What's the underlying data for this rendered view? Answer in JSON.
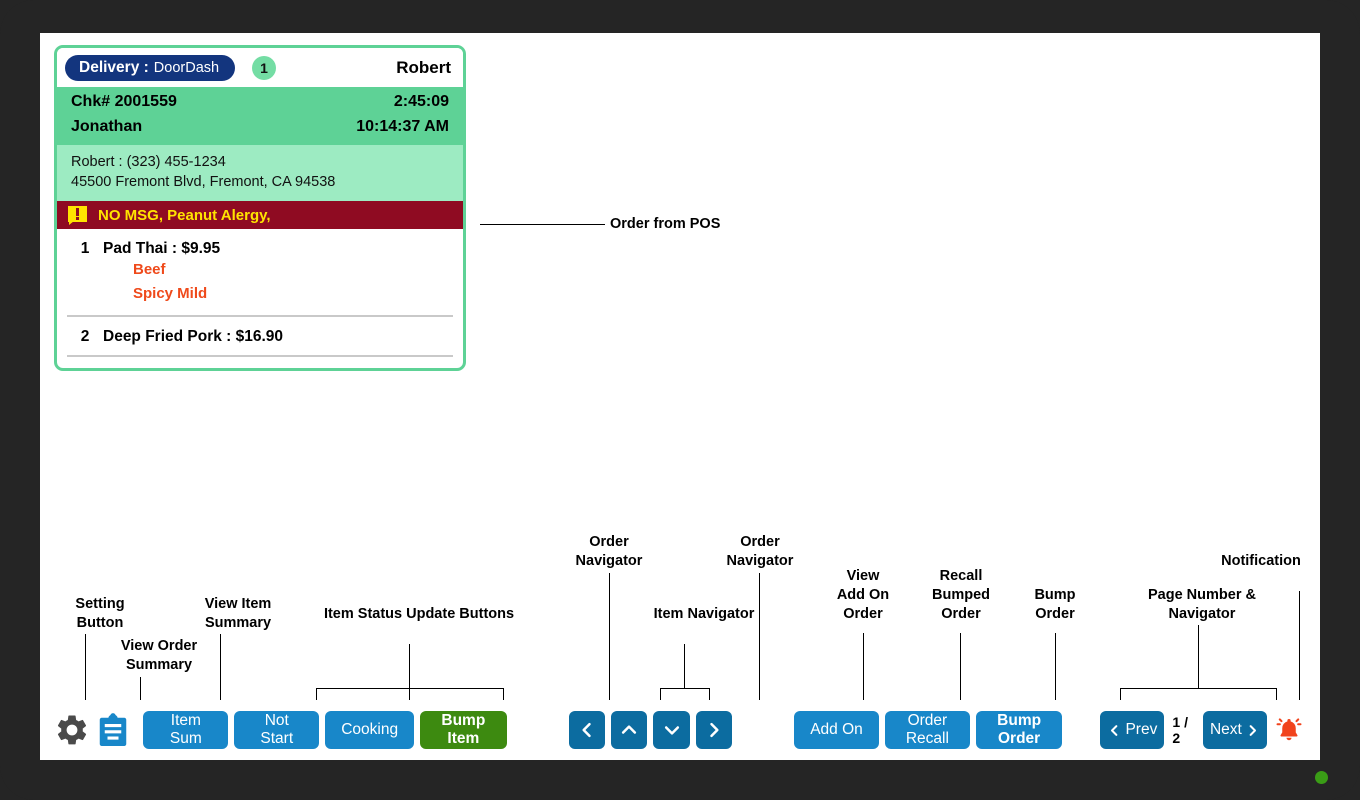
{
  "order_card": {
    "type_label": "Delivery :",
    "type_value": "DoorDash",
    "count_badge": "1",
    "customer_name": "Robert",
    "check_label": "Chk# 2001559",
    "elapsed_time": "2:45:09",
    "server_name": "Jonathan",
    "order_time": "10:14:37 AM",
    "contact_line": "Robert : (323) 455-1234",
    "address_line": "45500 Fremont Blvd, Fremont, CA 94538",
    "alert_icon": "warning-speech-bubble-icon",
    "alert_text": "NO MSG, Peanut Alergy,",
    "items": [
      {
        "qty": "1",
        "name": "Pad Thai : $9.95",
        "modifiers": [
          "Beef",
          "Spicy Mild"
        ]
      },
      {
        "qty": "2",
        "name": "Deep Fried Pork : $16.90",
        "modifiers": []
      }
    ]
  },
  "annotations": {
    "order_from_pos": "Order from POS",
    "setting_button": "Setting\nButton",
    "view_order_summary": "View Order\nSummary",
    "view_item_summary": "View Item\nSummary",
    "item_status_update_buttons": "Item Status Update Buttons",
    "order_navigator_left": "Order\nNavigator",
    "item_navigator": "Item Navigator",
    "order_navigator_right": "Order\nNavigator",
    "view_add_on_order": "View\nAdd On\nOrder",
    "recall_bumped_order": "Recall\nBumped\nOrder",
    "bump_order": "Bump\nOrder",
    "page_number_navigator": "Page Number &\nNavigator",
    "notification": "Notification"
  },
  "toolbar": {
    "settings_icon": "gear-icon",
    "order_summary_icon": "clipboard-icon",
    "item_sum_label": "Item Sum",
    "not_start_label": "Not Start",
    "cooking_label": "Cooking",
    "bump_item_label": "Bump Item",
    "nav_prev_order_icon": "chevron-left-icon",
    "nav_item_up_icon": "chevron-up-icon",
    "nav_item_down_icon": "chevron-down-icon",
    "nav_next_order_icon": "chevron-right-icon",
    "add_on_label": "Add On",
    "order_recall_label": "Order Recall",
    "bump_order_label": "Bump Order",
    "prev_label": "Prev",
    "page_indicator": "1 / 2",
    "next_label": "Next",
    "notification_icon": "bell-icon"
  },
  "colors": {
    "bezel": "#252525",
    "card_border_green": "#5ed296",
    "header_green": "#5ed296",
    "address_green": "#9debc2",
    "pill_navy": "#13357e",
    "alert_red": "#8f0b22",
    "alert_yellow": "#ffe400",
    "modifier_orange": "#ef4a1b",
    "button_blue": "#1887c9",
    "button_blue_dark": "#0c6ca0",
    "button_green": "#3d8a10",
    "gear_gray": "#4a4a4a",
    "bell_red": "#f1431c",
    "led_green": "#3a9c16"
  }
}
